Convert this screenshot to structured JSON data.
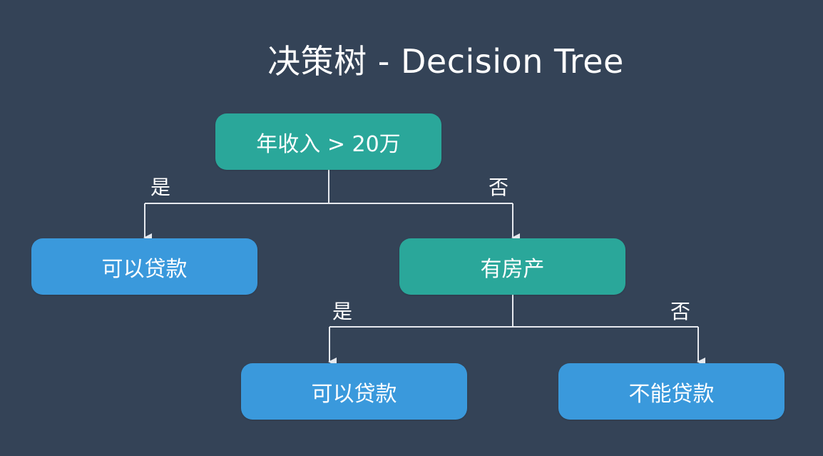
{
  "title": "决策树 - Decision Tree",
  "colors": {
    "background": "#344357",
    "decision_node": "#2aa79a",
    "leaf_node": "#3a99dc",
    "connector": "#e6e9ee"
  },
  "nodes": {
    "root": "年收入 > 20万",
    "leaf_left": "可以贷款",
    "house": "有房产",
    "leaf_mid": "可以贷款",
    "leaf_right": "不能贷款"
  },
  "edges": {
    "root_yes": "是",
    "root_no": "否",
    "house_yes": "是",
    "house_no": "否"
  }
}
